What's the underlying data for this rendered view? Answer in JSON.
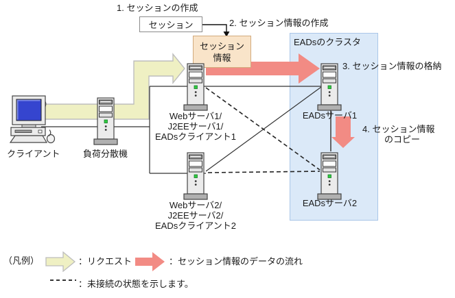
{
  "diagram": {
    "step1_label": "1. セッションの作成",
    "step2_label": "2. セッション情報の作成",
    "step3_label": "3. セッション情報の格納",
    "step4_label_line1": "4. セッション情報",
    "step4_label_line2": "のコピー",
    "session_box_label": "セッション",
    "session_info_line1": "セッション",
    "session_info_line2": "情報",
    "cluster_label": "EADsのクラスタ",
    "client_label": "クライアント",
    "load_balancer_label": "負荷分散機",
    "web_server1_lines": [
      "Webサーバ1/",
      "J2EEサーバ1/",
      "EADsクライアント1"
    ],
    "web_server2_lines": [
      "Webサーバ2/",
      "J2EEサーバ2/",
      "EADsクライアント2"
    ],
    "eads_server1_label": "EADsサーバ1",
    "eads_server2_label": "EADsサーバ2"
  },
  "legend": {
    "title": "（凡例）",
    "request_label": "：リクエスト",
    "session_flow_label": "：セッション情報のデータの流れ",
    "disconnected_label": "：未接続の状態を示します。"
  },
  "colors": {
    "request_arrow": "#eff0c3",
    "request_arrow_border": "#bdbdbd",
    "flow_arrow": "#f28b84",
    "cluster_bg": "#dbe9f8",
    "cluster_border": "#a9c6e8",
    "session_info_bg": "#f9e4c9",
    "session_info_border": "#d2aa7c"
  }
}
